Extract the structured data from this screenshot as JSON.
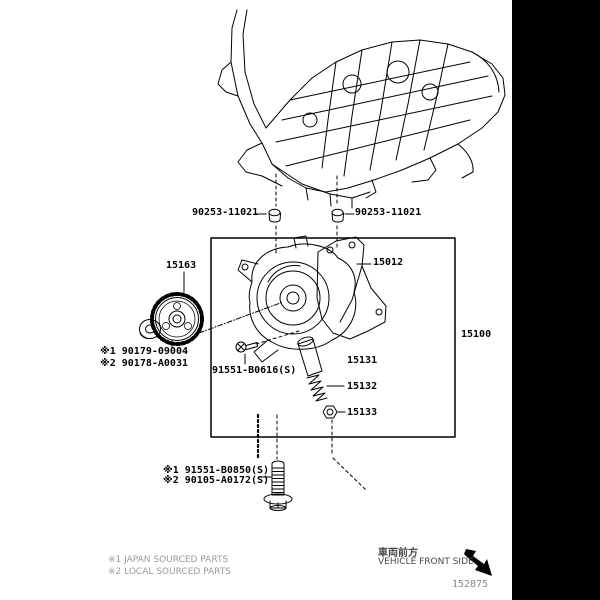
{
  "parts": {
    "stud_left": "90253-11021",
    "stud_right": "90253-11021",
    "sprocket": "15163",
    "pump_body": "15012",
    "pump_assembly": "15100",
    "washer_note1": "※1 90179-09004",
    "washer_note2": "※2 90178-A0031",
    "bolt_small": "91551-B0616(S)",
    "relief_valve": "15131",
    "spring": "15132",
    "plug": "15133",
    "mount_bolt_note1": "※1 91551-B0850(S)",
    "mount_bolt_note2": "※2 90105-A0172(S)"
  },
  "footnotes": {
    "line1": "※1 JAPAN SOURCED PARTS",
    "line2": "※2 LOCAL SOURCED PARTS"
  },
  "orientation": {
    "jp": "車両前方",
    "en": "VEHICLE FRONT SIDE"
  },
  "figure_number": "152875",
  "colors": {
    "line": "#000000",
    "muted": "#9a9a9a",
    "background": "#ffffff",
    "band": "#000000"
  }
}
